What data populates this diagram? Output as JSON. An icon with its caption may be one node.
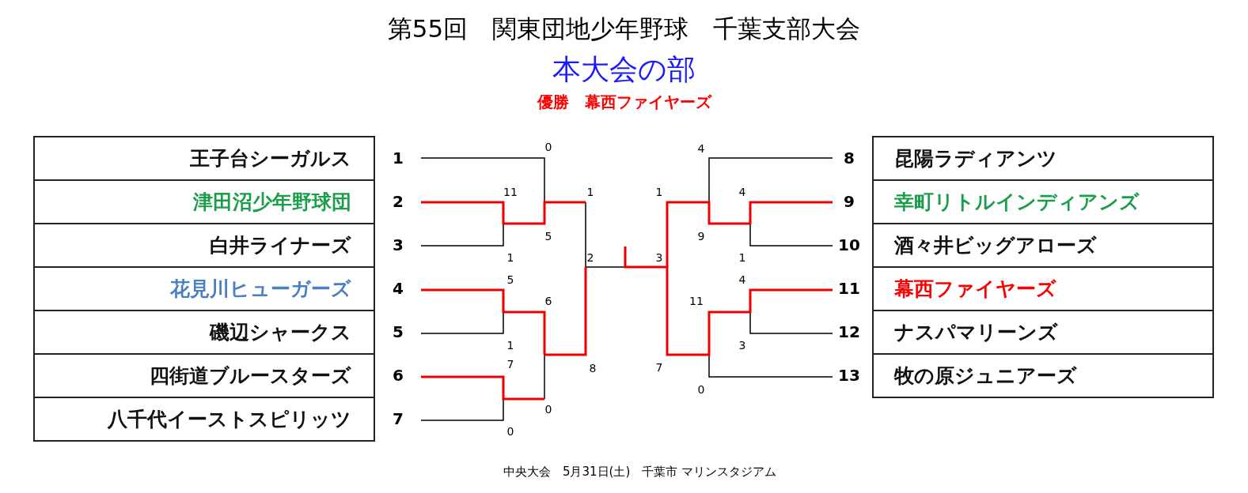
{
  "diagram": {
    "title": "第55回　関東団地少年野球　千葉支部大会",
    "nodes": [
      {
        "text": [
          "王子台シーガルス"
        ],
        "beside": [
          "1"
        ]
      },
      {
        "text": [
          "津田沼少年野球団"
        ],
        "beside": [
          "2"
        ]
      },
      {
        "text": [
          "白井ライナーズ"
        ],
        "beside": [
          "3"
        ]
      },
      {
        "text": [
          "花見川ヒューガーズ"
        ],
        "beside": [
          "4"
        ]
      },
      {
        "text": [
          "磯辺シャークス"
        ],
        "beside": [
          "5"
        ]
      },
      {
        "text": [
          "四街道ブルースターズ"
        ],
        "beside": [
          "6"
        ]
      },
      {
        "text": [
          "八千代イーストスピリッツ"
        ],
        "beside": [
          "7"
        ]
      },
      {
        "text": [
          "昆陽ラディアンツ"
        ],
        "beside": [
          "8"
        ]
      },
      {
        "text": [
          "幸町リトルインディアンズ"
        ],
        "beside": [
          "9"
        ]
      },
      {
        "text": [
          "酒々井ビッグアローズ"
        ],
        "beside": [
          "10"
        ]
      },
      {
        "text": [
          "幕西ファイヤーズ"
        ],
        "beside": [
          "11"
        ]
      },
      {
        "text": [
          "ナスパマリーンズ"
        ],
        "beside": [
          "12"
        ]
      },
      {
        "text": [
          "牧の原ジュニアーズ"
        ],
        "beside": [
          "13"
        ]
      }
    ],
    "labels": [
      "本大会の部",
      "優勝　幕西ファイヤーズ",
      "0",
      "11",
      "1",
      "5",
      "1",
      "2",
      "5",
      "6",
      "1",
      "7",
      "8",
      "0",
      "0",
      "4",
      "1",
      "4",
      "9",
      "3",
      "1",
      "4",
      "11",
      "3",
      "7",
      "0",
      "中央大会　5月31日(土)　千葉市 マリンスタジアム"
    ]
  }
}
